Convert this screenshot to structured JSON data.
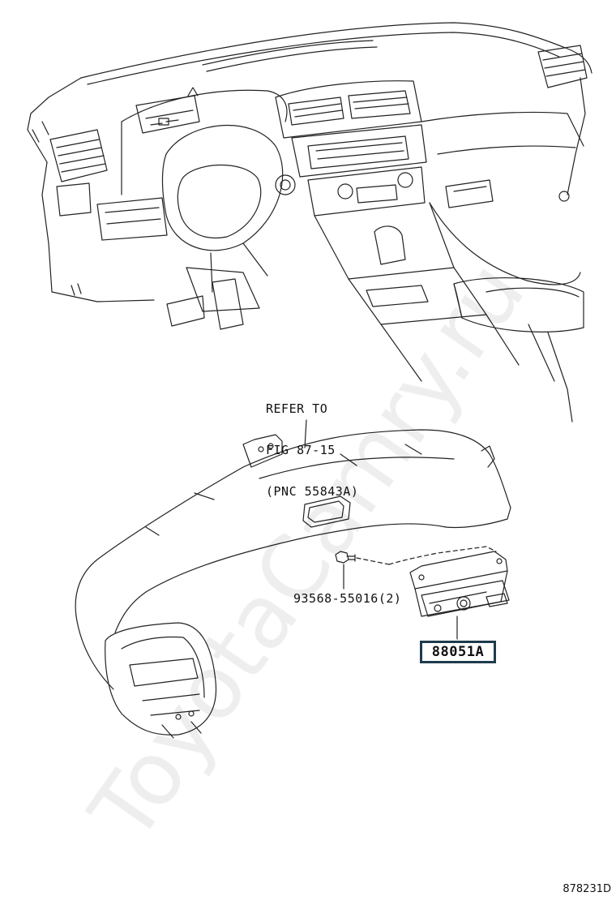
{
  "refer_lines": [
    "REFER TO",
    "FIG 87-15",
    "(PNC 55843A)"
  ],
  "bolt_part": "93568-55016(2)",
  "part_number": "88051A",
  "figure_code": "878231D",
  "watermark": "ToyotaCamry.ru",
  "colors": {
    "line": "#222222",
    "box_border": "#1f3b4d",
    "watermark": "rgba(0,0,0,0.065)"
  }
}
